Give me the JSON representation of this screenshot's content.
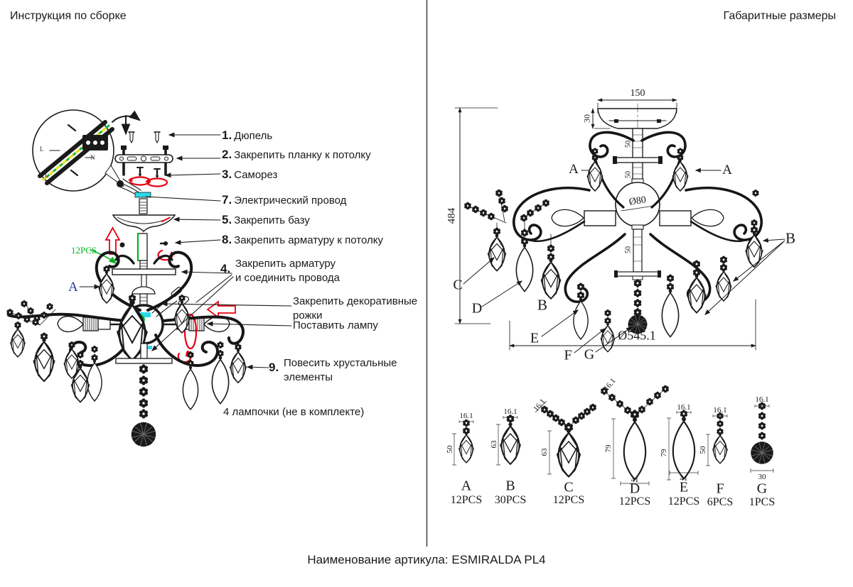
{
  "colors": {
    "red": "#e60012",
    "green": "#00b41e",
    "cyan": "#2bd9e9",
    "navy": "#2b3990"
  },
  "left_panel": {
    "title": "Инструкция по сборке",
    "steps": [
      {
        "n": "1.",
        "t": "Дюпель"
      },
      {
        "n": "2.",
        "t": "Закрепить планку к потолку"
      },
      {
        "n": "3.",
        "t": "Саморез"
      },
      {
        "n": "7.",
        "t": "Электрический провод"
      },
      {
        "n": "5.",
        "t": "Закрепить базу"
      },
      {
        "n": "8.",
        "t": "Закрепить арматуру к потолку"
      }
    ],
    "step4": {
      "n": "4.",
      "line1": "Закрепить арматуру",
      "line2": "и соединить провода"
    },
    "label_decorative": "Закрепить декоративные рожки",
    "label_lamp": "Поставить лампу",
    "step9": {
      "n": "9.",
      "t": "Повесить хрустальные элементы"
    },
    "note_bulbs": "4 лампочки (не в комплекте)",
    "qty_label": "12PCS",
    "crystal_label": "А",
    "inset_labels": {
      "l": "L",
      "n": "N"
    }
  },
  "right_panel": {
    "title": "Габаритные размеры",
    "dims": {
      "top_width": "150",
      "canopy_height": "30",
      "total_height": "484",
      "rod_seg_upper": "50",
      "rod_seg_mid": "50",
      "rod_seg_lower": "50",
      "ball_diameter": "Ø80",
      "overall_diameter": "Ø545.1"
    },
    "callouts": {
      "a_left": "A",
      "a_right": "A",
      "b_right": "B",
      "b_under": "B",
      "c": "C",
      "d": "D",
      "e": "E",
      "f": "F",
      "g": "G"
    },
    "elements": [
      {
        "letter": "A",
        "pcs": "12PCS",
        "width": "16.1",
        "height": "50"
      },
      {
        "letter": "B",
        "pcs": "30PCS",
        "width": "16.1",
        "height": "63"
      },
      {
        "letter": "C",
        "pcs": "12PCS",
        "width": "16.1",
        "height": "63"
      },
      {
        "letter": "D",
        "pcs": "12PCS",
        "width": "16.1",
        "height": "79",
        "bottom_width": "41"
      },
      {
        "letter": "E",
        "pcs": "12PCS",
        "width": "16.1",
        "height": "79",
        "bottom_width": "41"
      },
      {
        "letter": "F",
        "pcs": "6PCS",
        "width": "16.1",
        "height": "50"
      },
      {
        "letter": "G",
        "pcs": "1PCS",
        "width": "16.1",
        "bottom_width": "30"
      }
    ]
  },
  "footer": {
    "label": "Наименование артикула: ESMIRALDA PL4"
  }
}
